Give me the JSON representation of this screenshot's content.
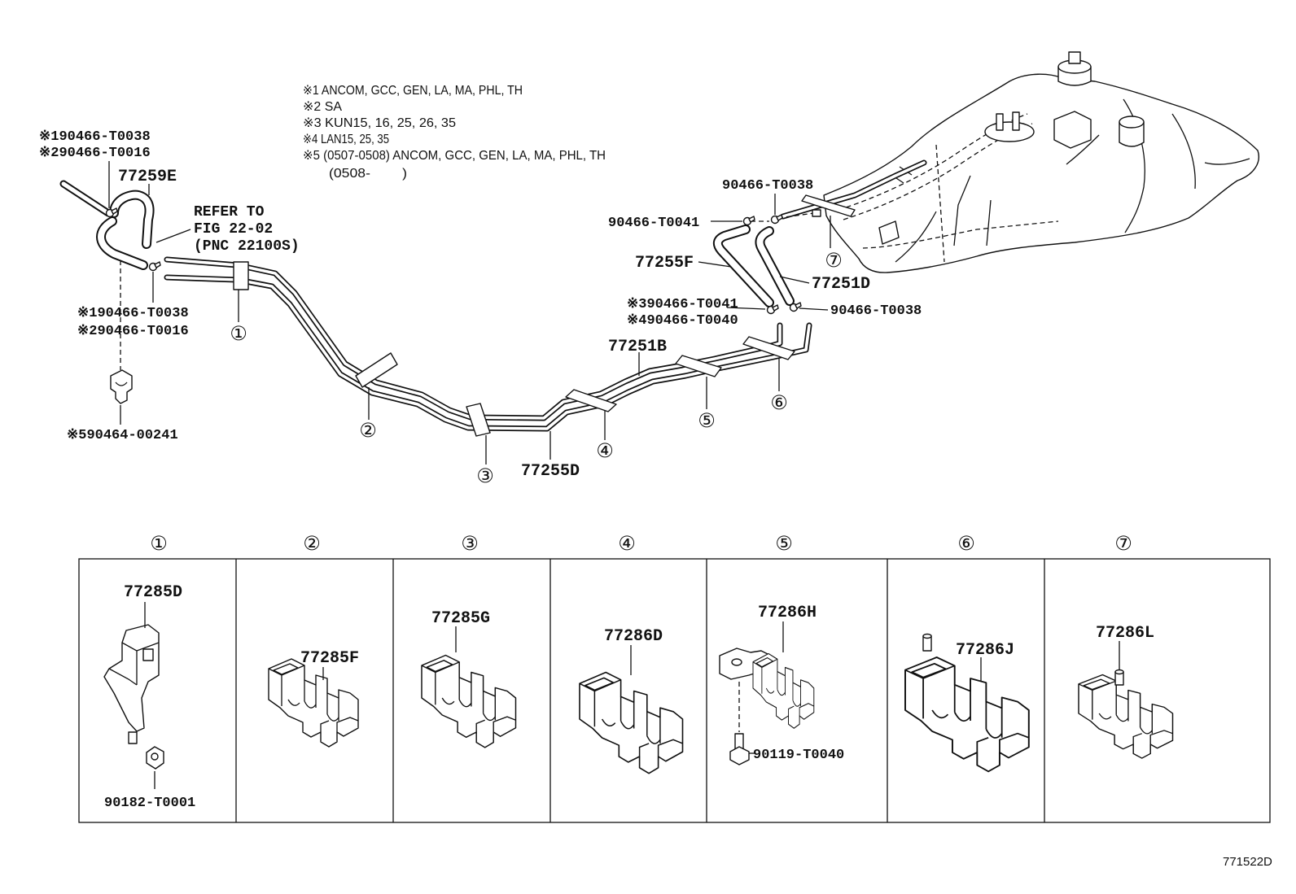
{
  "notes": [
    "※1 ANCOM, GCC, GEN, LA, MA, PHL, TH",
    "※2 SA",
    "※3 KUN15, 16, 25, 26, 35",
    "※4 LAN15, 25, 35",
    "※5 (0507-0508) ANCOM, GCC, GEN, LA, MA, PHL, TH",
    "(0508-        )"
  ],
  "assembly": {
    "upper_left_clip": [
      "※190466-T0038",
      "※290466-T0016"
    ],
    "hose_upper": "77259E",
    "refer_note": [
      "REFER TO",
      "FIG 22-02",
      "(PNC 22100S)"
    ],
    "lower_left_clip": [
      "※190466-T0038",
      "※290466-T0016"
    ],
    "clamp_clip": "※590464-00241",
    "tube_main": "77255D",
    "tube_second": "77251B",
    "hose_front": "77255F",
    "hose_rear": "77251D",
    "tank_clip_top": "90466-T0038",
    "hose_front_clip_top": "90466-T0041",
    "hose_front_clip_bottom": [
      "※390466-T0041",
      "※490466-T0040"
    ],
    "hose_rear_clip_bottom": "90466-T0038",
    "clamp_refs": [
      "①",
      "②",
      "③",
      "④",
      "⑤",
      "⑥",
      "⑦"
    ]
  },
  "clamp_details": [
    {
      "ref": "①",
      "parts": [
        "77285D",
        "90182-T0001"
      ]
    },
    {
      "ref": "②",
      "parts": [
        "77285F"
      ]
    },
    {
      "ref": "③",
      "parts": [
        "77285G"
      ]
    },
    {
      "ref": "④",
      "parts": [
        "77286D"
      ]
    },
    {
      "ref": "⑤",
      "parts": [
        "77286H",
        "90119-T0040"
      ]
    },
    {
      "ref": "⑥",
      "parts": [
        "77286J"
      ]
    },
    {
      "ref": "⑦",
      "parts": [
        "77286L"
      ]
    }
  ],
  "illustration_id": "771522D"
}
